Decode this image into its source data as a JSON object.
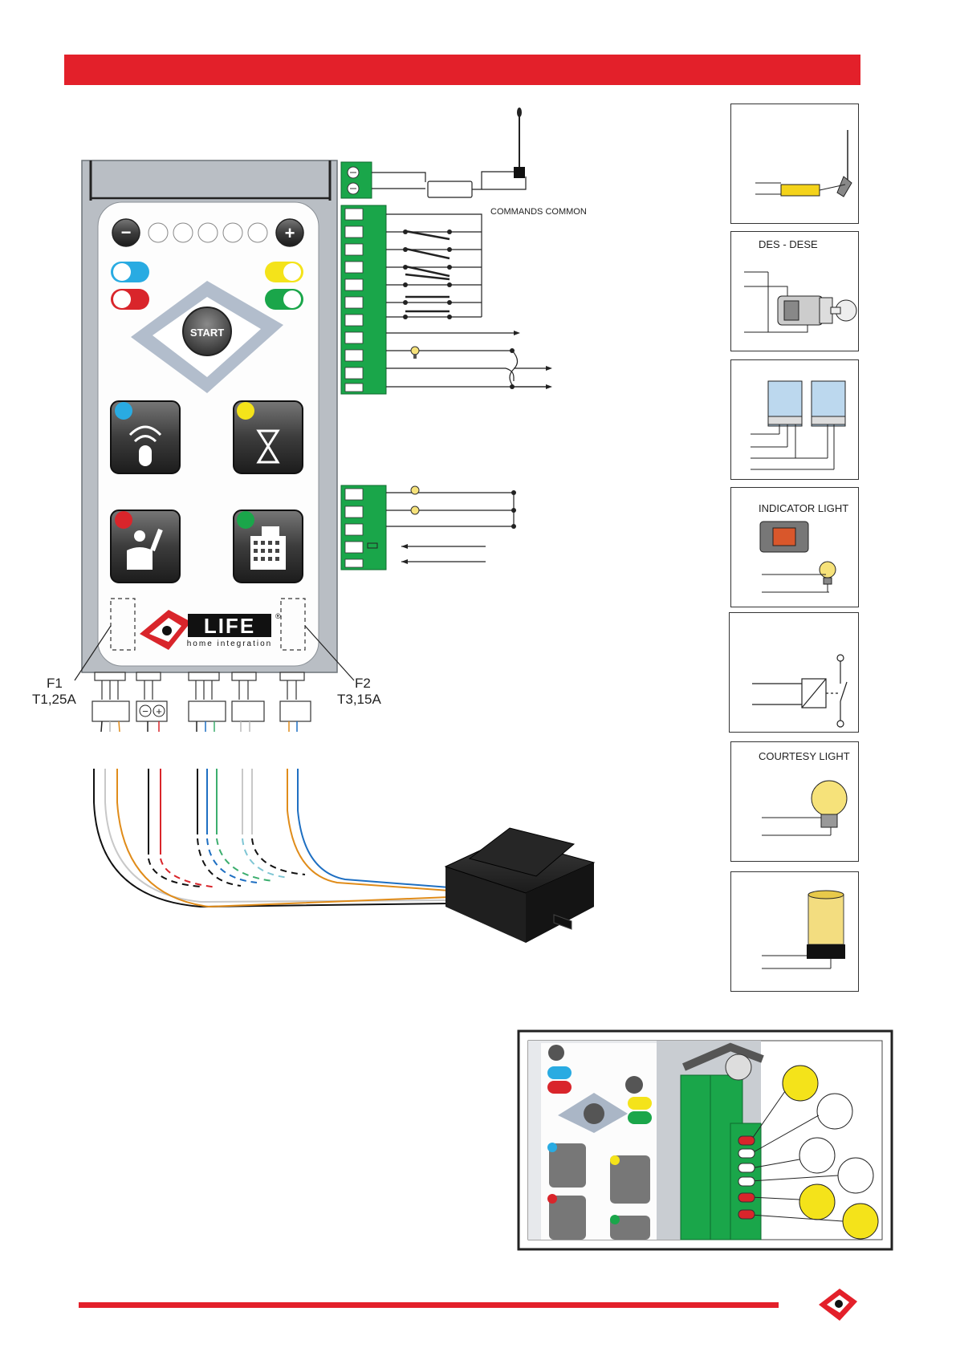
{
  "panel": {
    "start_label": "START",
    "minus_symbol": "−",
    "plus_symbol": "+",
    "brand_name": "LIFE",
    "brand_tagline": "home integration",
    "registered_mark": "®"
  },
  "fuses": {
    "f1_name": "F1",
    "f1_rating": "T1,25A",
    "f2_name": "F2",
    "f2_rating": "T3,15A"
  },
  "terminal_labels": {
    "commands_common": "COMMANDS COMMON"
  },
  "accessory_boxes": {
    "selector_label": "DES - DESE",
    "indicator_label": "INDICATOR LIGHT",
    "courtesy_label": "COURTESY LIGHT"
  },
  "connector_symbols": {
    "minus": "−",
    "plus": "+"
  },
  "colors": {
    "brand_red": "#e3202a",
    "terminal_green": "#1aa64a",
    "led_blue": "#29abe2",
    "led_yellow": "#f4e31a",
    "led_red": "#d9252b",
    "led_green": "#1aa64a",
    "panel_grey": "#b9bec4"
  }
}
